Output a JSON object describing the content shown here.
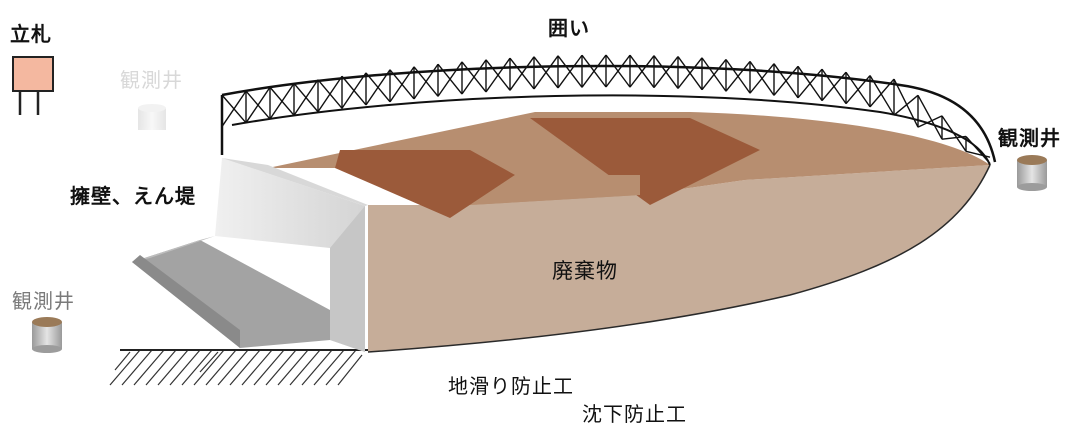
{
  "labels": {
    "fence": "囲い",
    "sign": "立札",
    "retaining_wall": "擁壁、えん堤",
    "waste": "廃棄物",
    "well_right": "観測井",
    "well_left": "観測井",
    "well_faint": "観測井",
    "landslide": "地滑り防止工",
    "subsidence": "沈下防止工"
  },
  "colors": {
    "waste_side": "#c8ad98",
    "waste_top": "#b78e70",
    "waste_band": "#9a5a3a",
    "wall_face": "#e6e6e6",
    "wall_side": "#c9c9c9",
    "block": "#9a9a9a",
    "sign": "#f4b8a0",
    "well_top": "#9a7a58"
  }
}
